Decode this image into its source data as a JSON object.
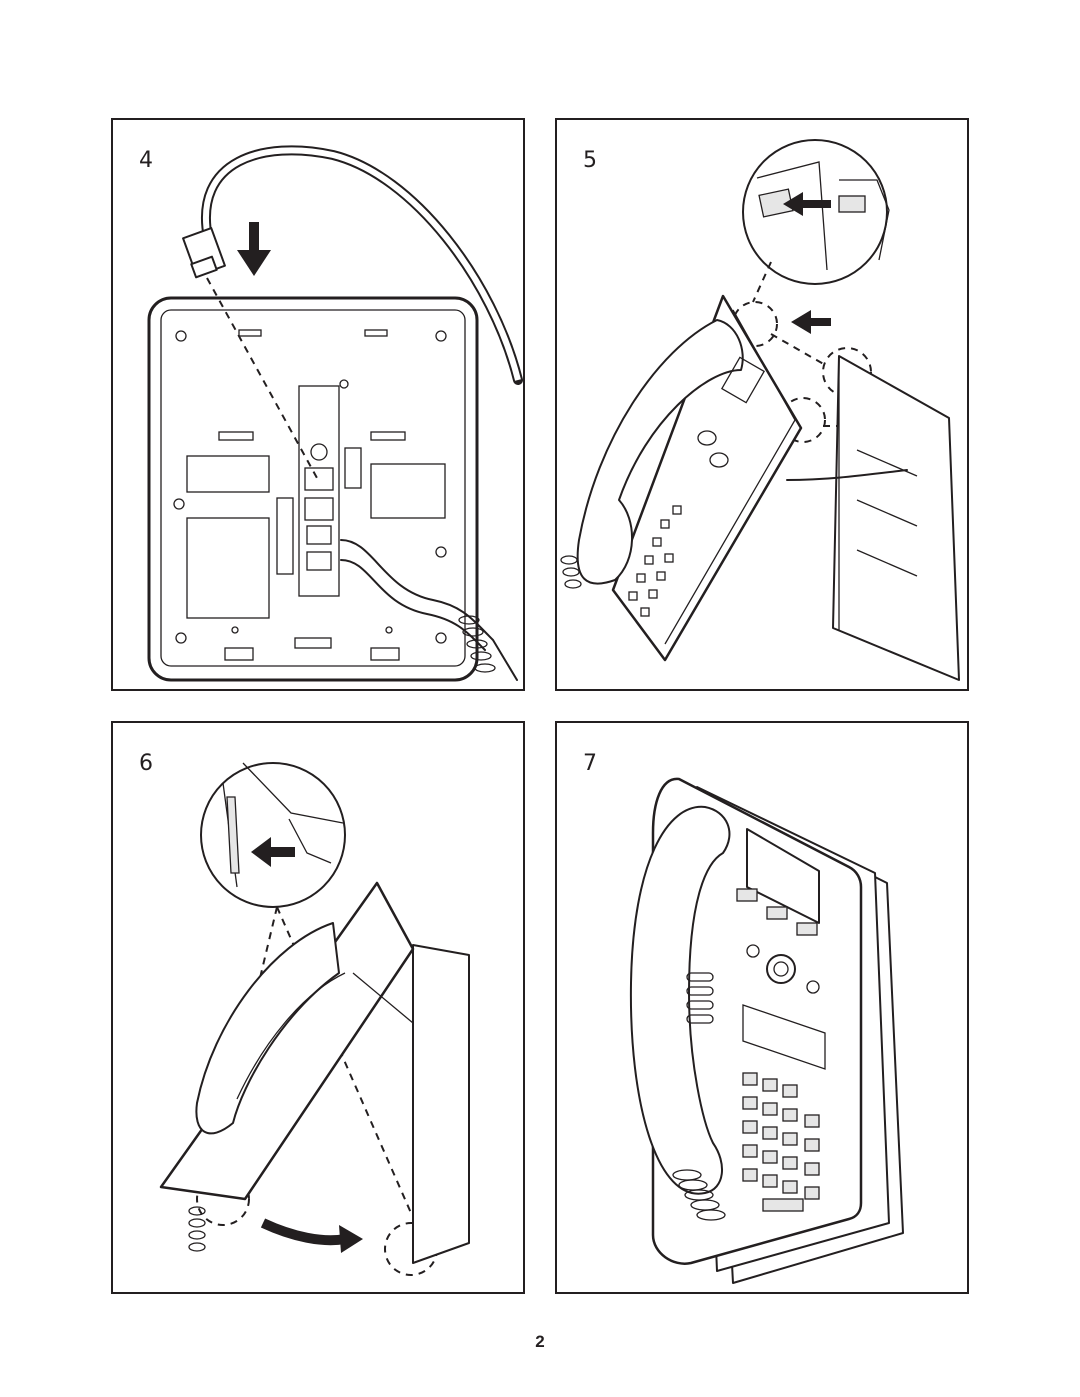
{
  "steps": [
    {
      "number": "4"
    },
    {
      "number": "5"
    },
    {
      "number": "6"
    },
    {
      "number": "7"
    }
  ],
  "page_number": "2",
  "icons": [
    "arrow-down-icon",
    "arrow-left-icon",
    "curved-arrow-icon",
    "cable-plug-icon",
    "phone-illustration"
  ],
  "colors": {
    "ink": "#231f20",
    "background": "#ffffff"
  }
}
